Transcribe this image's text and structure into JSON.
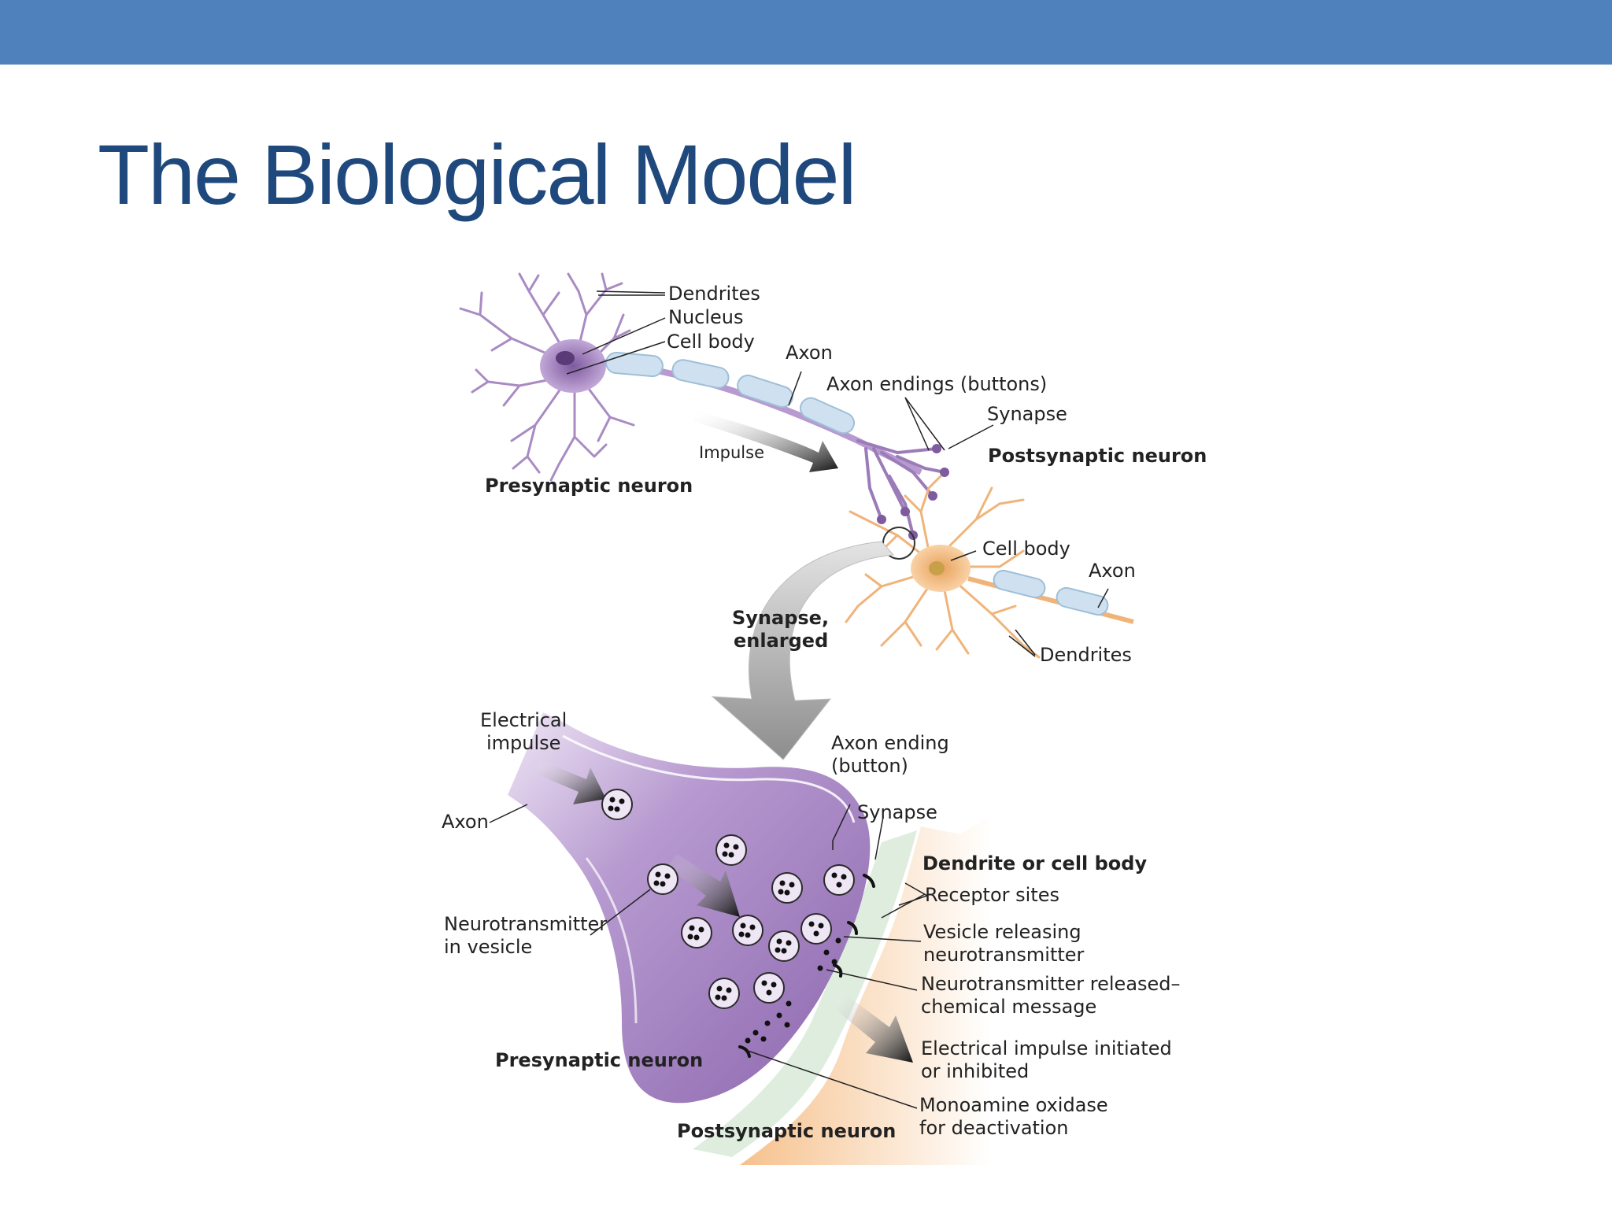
{
  "slide": {
    "title": "The Biological Model",
    "colors": {
      "header_bar": "#4F81BD",
      "title": "#1F497D",
      "presynaptic_purple": "#9B7BB8",
      "postsynaptic_orange": "#F2B57A",
      "myelin_blue": "#BFD8EC"
    }
  },
  "diagram": {
    "top": {
      "dendrites": "Dendrites",
      "nucleus": "Nucleus",
      "cell_body": "Cell body",
      "axon": "Axon",
      "axon_endings": "Axon endings (buttons)",
      "synapse": "Synapse",
      "postsynaptic_neuron": "Postsynaptic neuron",
      "impulse": "Impulse",
      "presynaptic_neuron": "Presynaptic neuron",
      "post_cell_body": "Cell body",
      "post_axon": "Axon",
      "post_dendrites": "Dendrites"
    },
    "enlarge_label": {
      "line1": "Synapse,",
      "line2": "enlarged"
    },
    "bottom": {
      "electrical_impulse_1": "Electrical",
      "electrical_impulse_2": "impulse",
      "axon": "Axon",
      "axon_ending_1": "Axon ending",
      "axon_ending_2": "(button)",
      "synapse": "Synapse",
      "dendrite_or_cell_body": "Dendrite or cell body",
      "receptor_sites": "Receptor sites",
      "vesicle_releasing_1": "Vesicle releasing",
      "vesicle_releasing_2": "neurotransmitter",
      "nt_released_1": "Neurotransmitter released–",
      "nt_released_2": "chemical message",
      "electrical_initiated_1": "Electrical impulse initiated",
      "electrical_initiated_2": "or inhibited",
      "mao_1": "Monoamine oxidase",
      "mao_2": "for deactivation",
      "nt_in_vesicle_1": "Neurotransmitter",
      "nt_in_vesicle_2": "in vesicle",
      "presynaptic_neuron": "Presynaptic neuron",
      "postsynaptic_neuron": "Postsynaptic neuron"
    }
  }
}
